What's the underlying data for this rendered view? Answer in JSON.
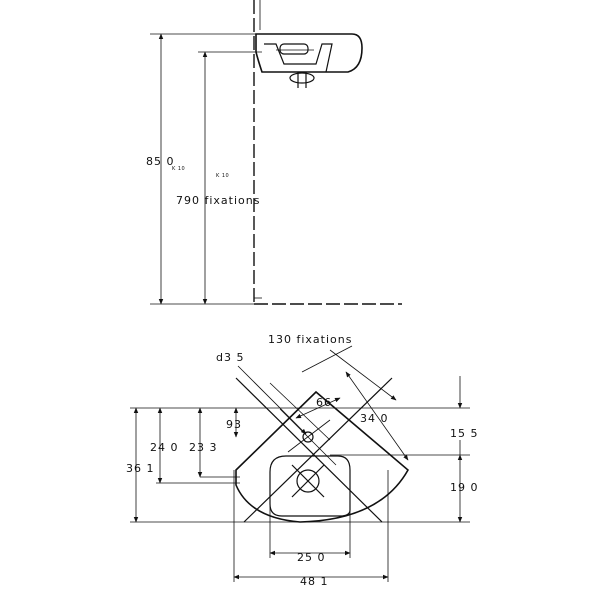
{
  "side_view": {
    "dims": {
      "height_850": "85 0",
      "height_850_tol": "K 10",
      "height_790_tol": "K 10",
      "fixations_790": "790 fixations"
    }
  },
  "plan_view": {
    "dims": {
      "fixations_130": "130 fixations",
      "d35": "d3 5",
      "d66": "66",
      "d340": "34 0",
      "d93": "93",
      "d240": "24 0",
      "d233": "23 3",
      "d361": "36 1",
      "d155": "15 5",
      "d190": "19 0",
      "d250": "25 0",
      "d481": "48 1"
    }
  }
}
